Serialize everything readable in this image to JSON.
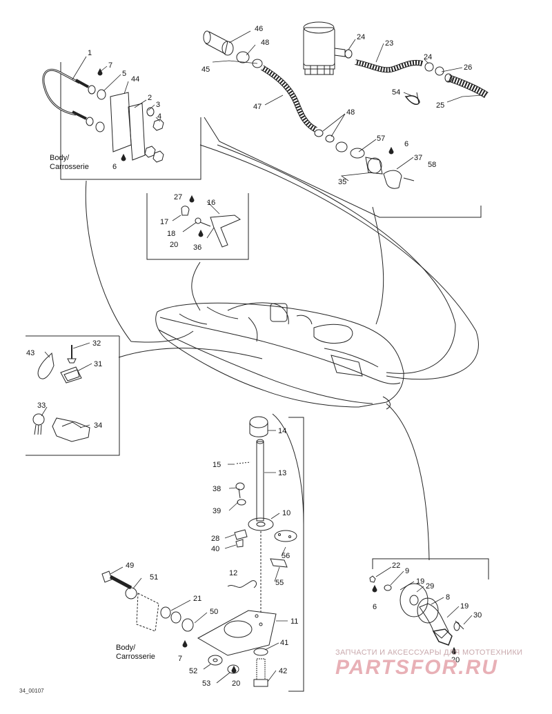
{
  "diagram": {
    "code": "34_00107",
    "body_label_line1": "Body/",
    "body_label_line2": "Carrosserie"
  },
  "callouts": [
    {
      "id": "c1",
      "text": "1"
    },
    {
      "id": "c7a",
      "text": "7"
    },
    {
      "id": "c5",
      "text": "5"
    },
    {
      "id": "c44",
      "text": "44"
    },
    {
      "id": "c2",
      "text": "2"
    },
    {
      "id": "c3",
      "text": "3"
    },
    {
      "id": "c4",
      "text": "4"
    },
    {
      "id": "c6a",
      "text": "6"
    },
    {
      "id": "c46",
      "text": "46"
    },
    {
      "id": "c48a",
      "text": "48"
    },
    {
      "id": "c45",
      "text": "45"
    },
    {
      "id": "c47",
      "text": "47"
    },
    {
      "id": "c24a",
      "text": "24"
    },
    {
      "id": "c23",
      "text": "23"
    },
    {
      "id": "c24b",
      "text": "24"
    },
    {
      "id": "c26",
      "text": "26"
    },
    {
      "id": "c54",
      "text": "54"
    },
    {
      "id": "c25",
      "text": "25"
    },
    {
      "id": "c48b",
      "text": "48"
    },
    {
      "id": "c57",
      "text": "57"
    },
    {
      "id": "c6b",
      "text": "6"
    },
    {
      "id": "c37",
      "text": "37"
    },
    {
      "id": "c58",
      "text": "58"
    },
    {
      "id": "c35",
      "text": "35"
    },
    {
      "id": "c27",
      "text": "27"
    },
    {
      "id": "c16",
      "text": "16"
    },
    {
      "id": "c17",
      "text": "17"
    },
    {
      "id": "c18",
      "text": "18"
    },
    {
      "id": "c20a",
      "text": "20"
    },
    {
      "id": "c36",
      "text": "36"
    },
    {
      "id": "c43",
      "text": "43"
    },
    {
      "id": "c32",
      "text": "32"
    },
    {
      "id": "c31",
      "text": "31"
    },
    {
      "id": "c33",
      "text": "33"
    },
    {
      "id": "c34",
      "text": "34"
    },
    {
      "id": "c14",
      "text": "14"
    },
    {
      "id": "c15",
      "text": "15"
    },
    {
      "id": "c13",
      "text": "13"
    },
    {
      "id": "c38",
      "text": "38"
    },
    {
      "id": "c39",
      "text": "39"
    },
    {
      "id": "c10",
      "text": "10"
    },
    {
      "id": "c28",
      "text": "28"
    },
    {
      "id": "c40",
      "text": "40"
    },
    {
      "id": "c56",
      "text": "56"
    },
    {
      "id": "c12",
      "text": "12"
    },
    {
      "id": "c55",
      "text": "55"
    },
    {
      "id": "c49",
      "text": "49"
    },
    {
      "id": "c51",
      "text": "51"
    },
    {
      "id": "c21",
      "text": "21"
    },
    {
      "id": "c50",
      "text": "50"
    },
    {
      "id": "c11",
      "text": "11"
    },
    {
      "id": "c7b",
      "text": "7"
    },
    {
      "id": "c41",
      "text": "41"
    },
    {
      "id": "c52",
      "text": "52"
    },
    {
      "id": "c53",
      "text": "53"
    },
    {
      "id": "c20b",
      "text": "20"
    },
    {
      "id": "c42",
      "text": "42"
    },
    {
      "id": "c22",
      "text": "22"
    },
    {
      "id": "c9",
      "text": "9"
    },
    {
      "id": "c19a",
      "text": "19"
    },
    {
      "id": "c29",
      "text": "29"
    },
    {
      "id": "c6c",
      "text": "6"
    },
    {
      "id": "c8",
      "text": "8"
    },
    {
      "id": "c19b",
      "text": "19"
    },
    {
      "id": "c30",
      "text": "30"
    },
    {
      "id": "c20c",
      "text": "20"
    }
  ],
  "watermark": {
    "line1": "ЗАПЧАСТИ И АКСЕССУАРЫ ДЛЯ МОТОТЕХНИКИ",
    "line2": "PARTSFOR.RU"
  }
}
